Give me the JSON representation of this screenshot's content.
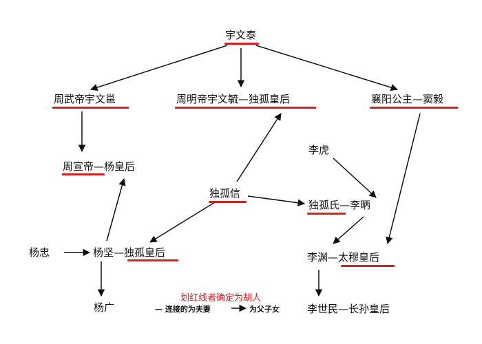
{
  "nodes": {
    "yuwentai": "宇文泰",
    "zhouwudi": "周武帝宇文邕",
    "zhoumingdi_dugu": "周明帝宇文毓—独孤皇后",
    "xiangyang_dou": "襄阳公主—窦毅",
    "zhouxuandi_yang": "周宣帝—杨皇后",
    "lihu": "李虎",
    "duguxin": "独孤信",
    "dugushi_libing": "独孤氏—李昞",
    "yangzhong": "杨忠",
    "yangjian_dugu": "杨坚—独孤皇后",
    "liyuan_taimu": "李渊—太穆皇后",
    "yangguang": "杨广",
    "lishimin_zhangsun": "李世民—长孙皇后"
  },
  "legend": {
    "title": "划红线者确定为胡人",
    "spouse": "— 连接的为夫妻",
    "parent": "→ 为父子女"
  },
  "colors": {
    "underline": "#d42020",
    "arrow": "#111111"
  }
}
